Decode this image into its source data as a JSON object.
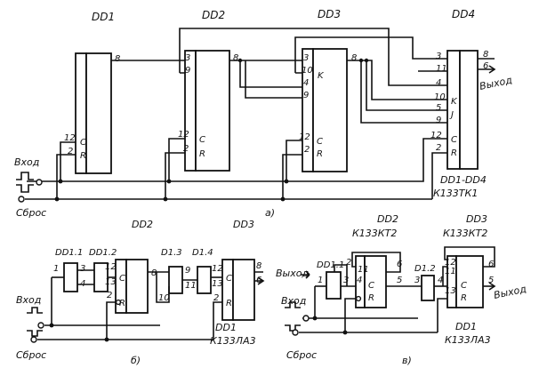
{
  "a": {
    "dd1_title": "DD1",
    "dd2_title": "DD2",
    "dd3_title": "DD3",
    "dd4_title": "DD4",
    "dd1": {
      "p8": "8",
      "p12": "12",
      "p2": "2",
      "C": "C",
      "R": "R"
    },
    "dd2": {
      "p3": "3",
      "p9": "9",
      "p8": "8",
      "p12": "12",
      "p2": "2",
      "C": "C",
      "R": "R"
    },
    "dd3": {
      "p3": "3",
      "p10": "10",
      "p4": "4",
      "p9": "9",
      "K": "K",
      "p8": "8",
      "p12": "12",
      "p2": "2",
      "C": "C",
      "R": "R"
    },
    "dd4": {
      "p3": "3",
      "p11": "11",
      "p4": "4",
      "p10": "10",
      "p5": "5",
      "p9": "9",
      "p12": "12",
      "p2": "2",
      "K": "K",
      "J": "J",
      "C": "C",
      "R": "R",
      "p8": "8",
      "p6": "6"
    },
    "input_label": "Вход",
    "reset_label": "Сброс",
    "output_label": "Выход",
    "parts_line1": "DD1-DD4",
    "parts_line2": "К133ТК1",
    "sublabel": "а)"
  },
  "b": {
    "dd2_title": "DD2",
    "dd3_title": "DD3",
    "dd11": "DD1.1",
    "dd12": "DD1.2",
    "dd13": "D1.3",
    "dd14": "D1.4",
    "pins": [
      "1",
      "3",
      "4",
      "12",
      "13",
      "C",
      "2",
      "R",
      "8",
      "10",
      "9",
      "11",
      "12",
      "13",
      "8",
      "6",
      "C",
      "R",
      "2"
    ],
    "input_label": "Вход",
    "reset_label": "Сброс",
    "parts_line1": "DD1",
    "parts_line2": "К133ЛА3",
    "sublabel": "б)"
  },
  "c": {
    "dd2_line1": "DD2",
    "dd2_line2": "К133КТ2",
    "dd3_line1": "DD3",
    "dd3_line2": "К133КТ2",
    "dd11": "DD1.1",
    "dd12": "D1.2",
    "pins": [
      "1",
      "2",
      "3",
      "11",
      "4",
      "C",
      "R",
      "6",
      "5",
      "3",
      "4",
      "6",
      "5",
      "12",
      "11",
      "C",
      "R",
      "13"
    ],
    "output_left_label": "Выход",
    "output_right_label": "Выход",
    "input_label": "Вход",
    "reset_label": "Сброс",
    "parts_line1": "DD1",
    "parts_line2": "К133ЛА3",
    "sublabel": "в)"
  }
}
